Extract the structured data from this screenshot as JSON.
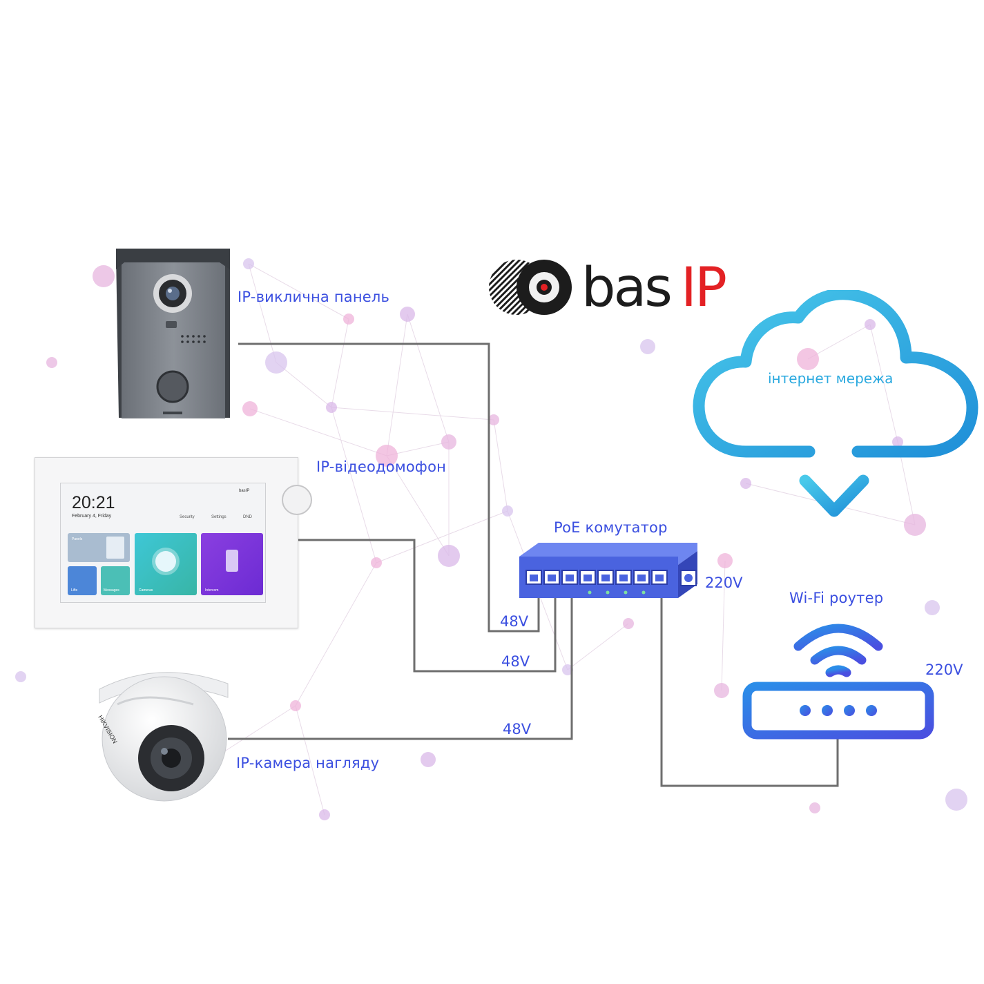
{
  "brand": {
    "logo_text_bas": "bas",
    "logo_text_ip": "IP",
    "colors": {
      "dark": "#1c1c1c",
      "red": "#e32124"
    }
  },
  "nodes": {
    "call_panel": {
      "label": "IP-виклична панель"
    },
    "monitor": {
      "label": "IP-відеодомофон",
      "screen": {
        "time": "20:21",
        "date": "February 4, Friday",
        "brand": "basIP",
        "status": [
          "Security",
          "Settings",
          "DND"
        ],
        "tiles": [
          "Panels",
          "Lifts",
          "Messages",
          "Cameras",
          "Intercom"
        ]
      }
    },
    "camera": {
      "label": "IP-камера нагляду"
    },
    "switch": {
      "label": "PoE комутатор"
    },
    "cloud": {
      "label": "інтернет мережа"
    },
    "router": {
      "label": "Wi-Fi роутер"
    }
  },
  "voltages": {
    "panel_link": "48V",
    "monitor_link": "48V",
    "camera_link": "48V",
    "switch_power": "220V",
    "router_power": "220V"
  },
  "colors": {
    "label": "#3b4fe0",
    "wire": "#6e6e6e",
    "cloud": "#2aa9df",
    "switch": "#4a63df",
    "router": "#3b5fe8",
    "background_nodes": "#d98fd0"
  },
  "icons": [
    "call-panel-image",
    "monitor-image",
    "dome-camera-image",
    "poe-switch-icon",
    "cloud-download-icon",
    "wifi-router-icon",
    "basip-logo-icon"
  ]
}
